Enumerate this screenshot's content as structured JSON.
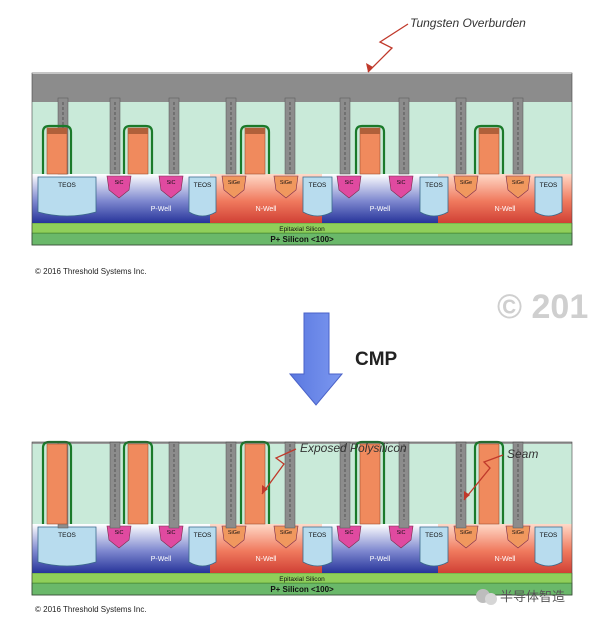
{
  "labels": {
    "tungsten_overburden": "Tungsten Overburden",
    "exposed_polysilicon": "Exposed Polysilicon",
    "seam": "Seam",
    "cmp": "CMP",
    "copyright": "© 2016 Threshold Systems Inc.",
    "watermark": "© 201",
    "wechat": "半导体智造"
  },
  "layers": {
    "epitaxial": "Epitaxial Silicon",
    "substrate": "P+ Silicon <100>"
  },
  "wells": [
    "P-Well",
    "N-Well",
    "P-Well",
    "N-Well"
  ],
  "regions": {
    "teos": "TEOS",
    "sic": "SiC",
    "sige": "SiGe"
  },
  "colors": {
    "tungsten": "#8c8c8c",
    "dielectric": "#c9ead9",
    "teos": "#b8dcee",
    "sic": "#e04aa0",
    "sige": "#f0985e",
    "gate": "#f08a5d",
    "gate_top": "#b0603a",
    "liner_green": "#1a7a2a",
    "pwell": "#2f3fa0",
    "nwell": "#e05a4a",
    "epitaxial": "#8fcf5a",
    "substrate": "#6ab86a",
    "arrow": "#6a87e8"
  }
}
